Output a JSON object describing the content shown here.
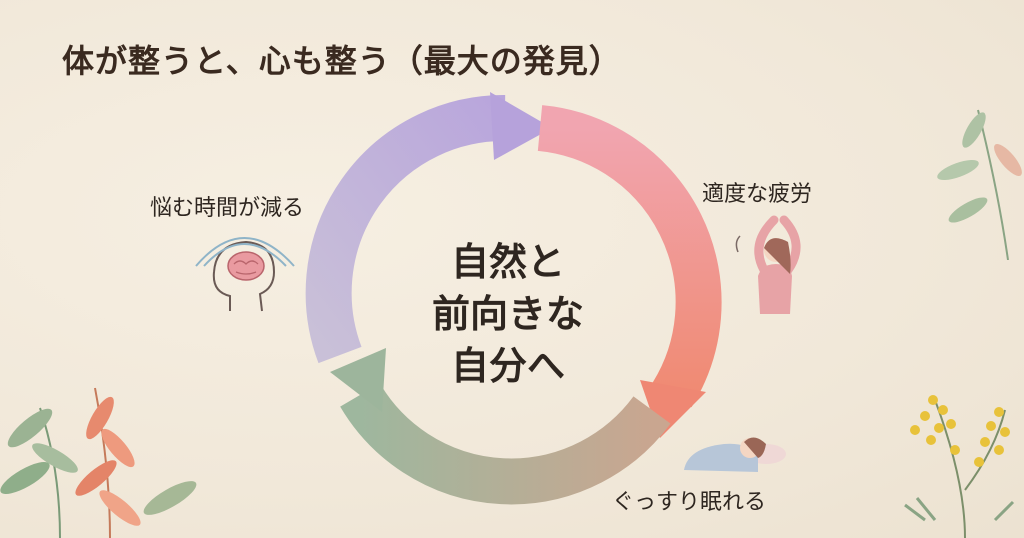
{
  "title": "体が整うと、心も整う（最大の発見）",
  "center_lines": [
    "自然と",
    "前向きな",
    "自分へ"
  ],
  "labels": {
    "top_right": "適度な疲労",
    "bottom_right": "ぐっすり眠れる",
    "top_left": "悩む時間が減る"
  },
  "colors": {
    "arrow_top_left": "#bfb2d8",
    "arrow_right_top": "#f0b0a0",
    "arrow_right_bottom": "#ee8a7a",
    "arrow_bottom": "#9fb39a",
    "text": "#2e2620"
  },
  "icons": [
    "brain-head-icon",
    "stretching-woman-icon",
    "sleeping-woman-icon"
  ]
}
